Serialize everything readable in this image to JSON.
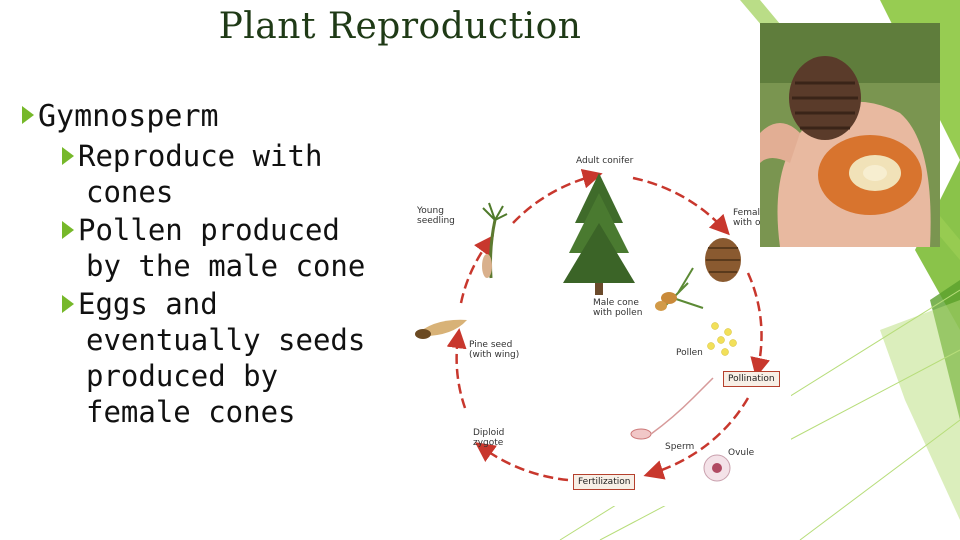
{
  "slide": {
    "title": "Plant Reproduction",
    "bullet_main": "Gymnosperm",
    "bullet_1_first": "Reproduce with",
    "bullet_1_cont": "cones",
    "bullet_2_first": "Pollen produced",
    "bullet_2_cont": "by the male cone",
    "bullet_3_first": "Eggs and",
    "bullet_3_cont1": "eventually seeds",
    "bullet_3_cont2": "produced by",
    "bullet_3_cont3": "female cones"
  },
  "diagram": {
    "adult_conifer": "Adult conifer",
    "female_cone_l1": "Female cone",
    "female_cone_l2": "with ovule",
    "young_seedling_l1": "Young",
    "young_seedling_l2": "seedling",
    "male_cone_l1": "Male cone",
    "male_cone_l2": "with pollen",
    "pine_seed_l1": "Pine seed",
    "pine_seed_l2": "(with wing)",
    "pollen": "Pollen",
    "pollination": "Pollination",
    "diploid_l1": "Diploid",
    "diploid_l2": "zygote",
    "sperm": "Sperm",
    "ovule": "Ovule",
    "fertilization": "Fertilization"
  },
  "colors": {
    "accent_green": "#76b82a",
    "cycle_red": "#c8372d",
    "title_green": "#1f3a16"
  }
}
